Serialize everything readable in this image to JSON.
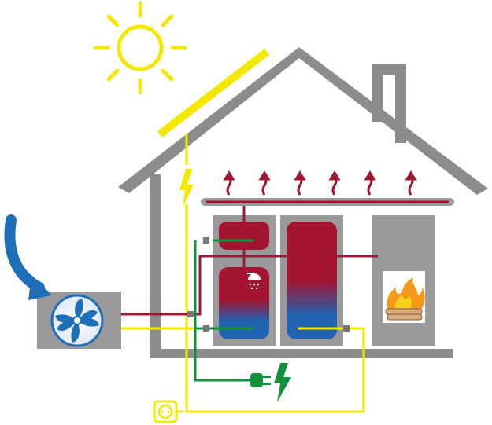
{
  "diagram": {
    "subject": "",
    "components": [
      "sun-icon",
      "solar-panel",
      "house-outline",
      "chimney",
      "heat-pump-outdoor-unit",
      "fan-icon",
      "buffer-tank-small",
      "hot-water-tank",
      "stratified-storage-tank",
      "wood-stove",
      "fire-icon",
      "shower-icon",
      "heating-pipe-with-radiant-arrows",
      "power-plug-icon",
      "lightning-icon",
      "wall-socket-icon",
      "wind-arrow"
    ],
    "colors": {
      "house": "#8c8c8c",
      "tank_gray": "#9a9a9a",
      "hot": "#a31530",
      "cold": "#2063b0",
      "solar_line": "#f5e800",
      "ground_line": "#13913a",
      "supply_line": "#9b1b35",
      "arrow_blue": "#1f6fb8",
      "fire_orange": "#f29a17"
    }
  }
}
